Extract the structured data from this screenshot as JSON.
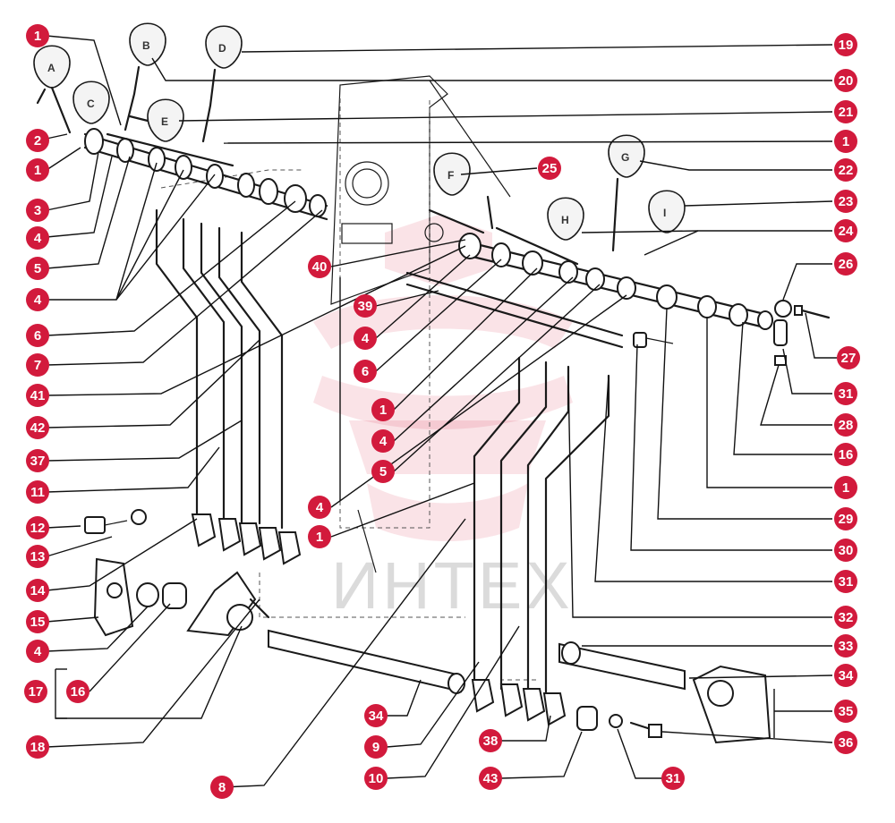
{
  "watermark": {
    "text": "ИНТЕХ",
    "color": "#d21a3c"
  },
  "callout_color": "#d21a3c",
  "knobs": [
    "A",
    "B",
    "C",
    "D",
    "E",
    "F",
    "G",
    "H",
    "I"
  ],
  "callouts": [
    "1",
    "2",
    "1",
    "3",
    "4",
    "5",
    "4",
    "6",
    "7",
    "41",
    "42",
    "37",
    "11",
    "12",
    "13",
    "14",
    "15",
    "4",
    "17",
    "16",
    "18",
    "8",
    "34",
    "9",
    "10",
    "38",
    "43",
    "31",
    "19",
    "20",
    "21",
    "1",
    "25",
    "22",
    "23",
    "24",
    "26",
    "27",
    "31",
    "28",
    "16",
    "1",
    "29",
    "30",
    "31",
    "32",
    "33",
    "34",
    "35",
    "36",
    "40",
    "39",
    "4",
    "6",
    "1",
    "4",
    "5",
    "4",
    "1"
  ]
}
